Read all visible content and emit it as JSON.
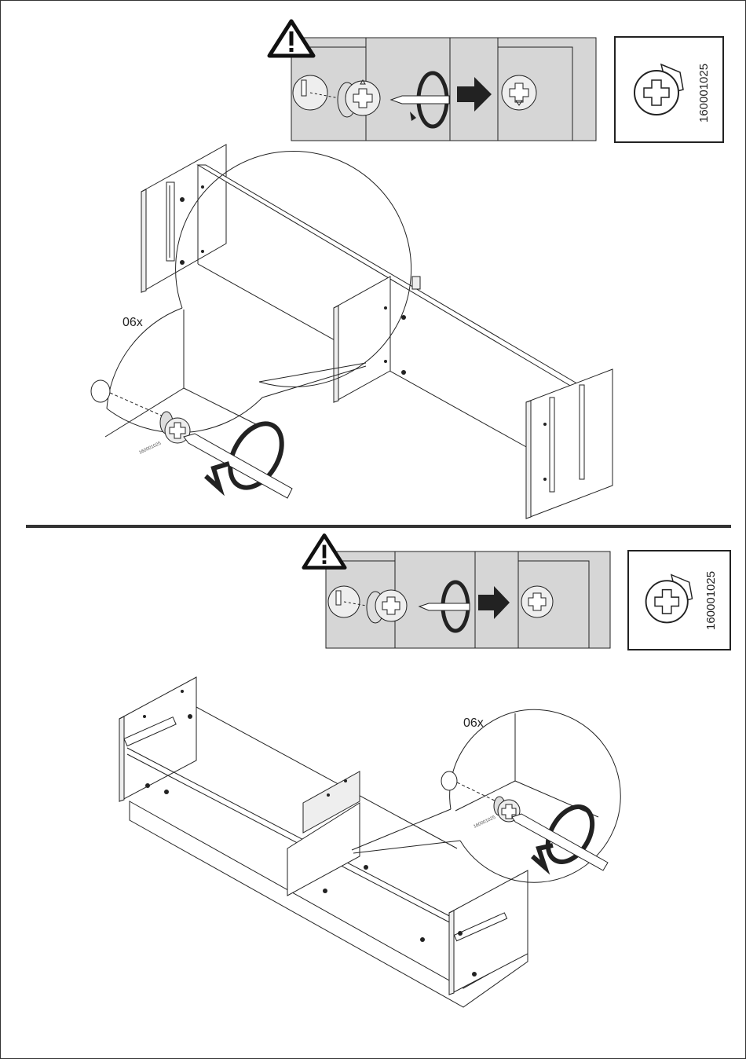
{
  "steps": [
    {
      "part_code": "160001025",
      "quantity": "06x",
      "warning_icon": "warning-triangle-icon",
      "cam_icon": "cam-lock-icon"
    },
    {
      "part_code": "160001025",
      "quantity": "06x",
      "warning_icon": "warning-triangle-icon",
      "cam_icon": "cam-lock-icon"
    }
  ],
  "colors": {
    "panel_grey": "#d6d6d6",
    "line": "#222222",
    "divider": "#333333"
  }
}
